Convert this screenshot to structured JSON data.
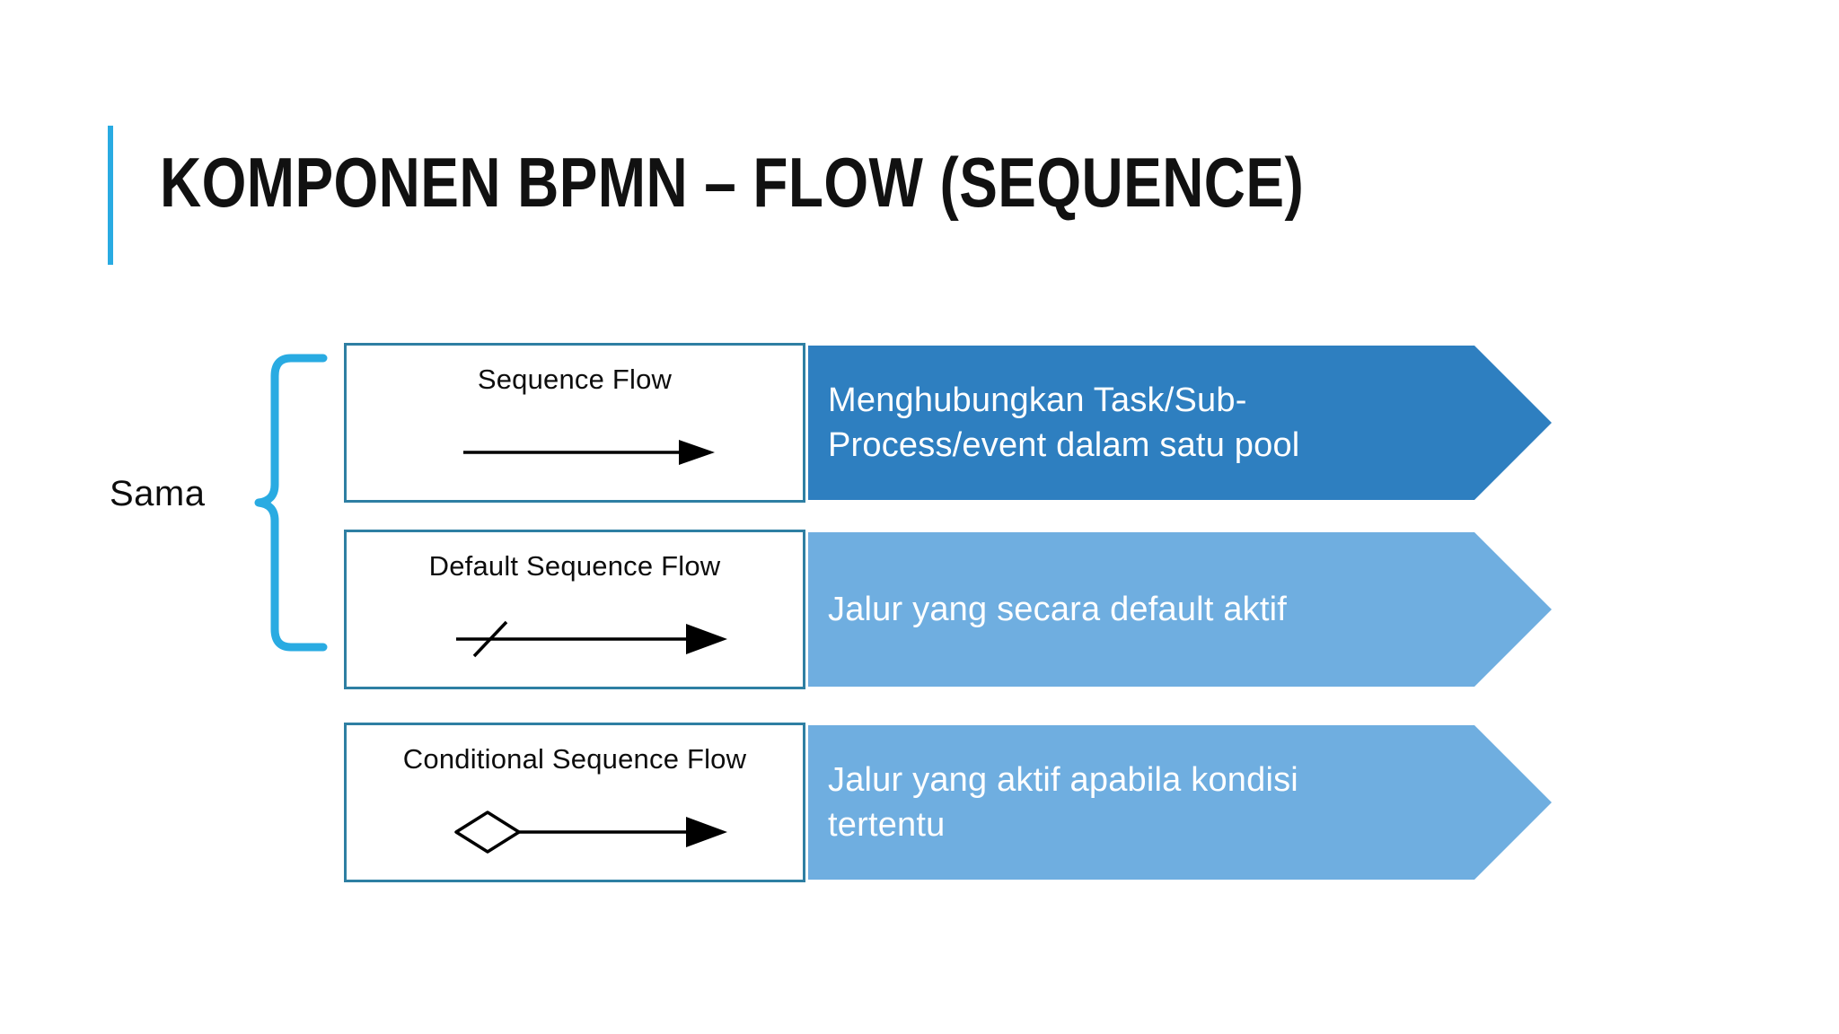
{
  "slide": {
    "title": "KOMPONEN BPMN – FLOW (SEQUENCE)",
    "accent_color": "#29ABE2",
    "background_color": "#FFFFFF"
  },
  "group_label": {
    "text": "Sama",
    "brace_color": "#29ABE2",
    "spans_rows": [
      0,
      1
    ]
  },
  "rows": [
    {
      "symbol_caption": "Sequence Flow",
      "symbol_icon": "plain-arrow-right-icon",
      "banner_text": "Menghubungkan Task/Sub-Process/event dalam satu pool",
      "banner_color": "#2E7FC0",
      "box_border_color": "#2E7FA3"
    },
    {
      "symbol_caption": "Default Sequence Flow",
      "symbol_icon": "slashed-arrow-right-icon",
      "banner_text": "Jalur yang secara default aktif",
      "banner_color": "#6FAEE0",
      "box_border_color": "#2E7FA3"
    },
    {
      "symbol_caption": "Conditional Sequence Flow",
      "symbol_icon": "diamond-tail-arrow-right-icon",
      "banner_text": "Jalur yang aktif apabila kondisi tertentu",
      "banner_color": "#6FAEE0",
      "box_border_color": "#2E7FA3"
    }
  ]
}
